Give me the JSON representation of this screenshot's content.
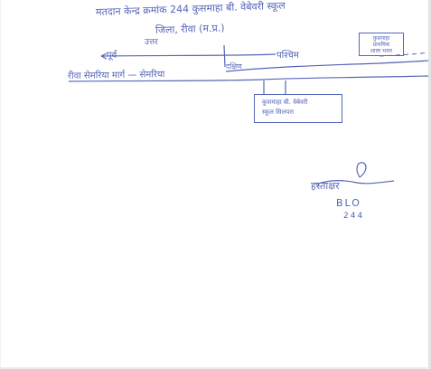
{
  "document": {
    "header_line1": "मतदान केन्द्र क्रमांक 244 कुसमाहा बी. वेबेवरी स्कूल",
    "header_line2": "जिला, रीवा (म.प्र.)",
    "map": {
      "north_label": "उत्तर",
      "east_label": "पूर्व",
      "west_label": "पश्चिम",
      "south_label": "दक्षिण",
      "road_label": "रीवा सेमरिया मार्ग — सेमरिया",
      "building_top_lines": [
        "कुसमाहा",
        "प्राथमिक",
        "शाला भवन"
      ],
      "building_mid_lines": [
        "कुसमाहा बी. वेबेवरी",
        "स्कूल सिलपरा"
      ]
    },
    "signature": {
      "name": "हस्ताक्षर",
      "title": "BLO",
      "number": "244"
    }
  },
  "colors": {
    "ink": "#5566b8",
    "paper": "#ffffff"
  }
}
